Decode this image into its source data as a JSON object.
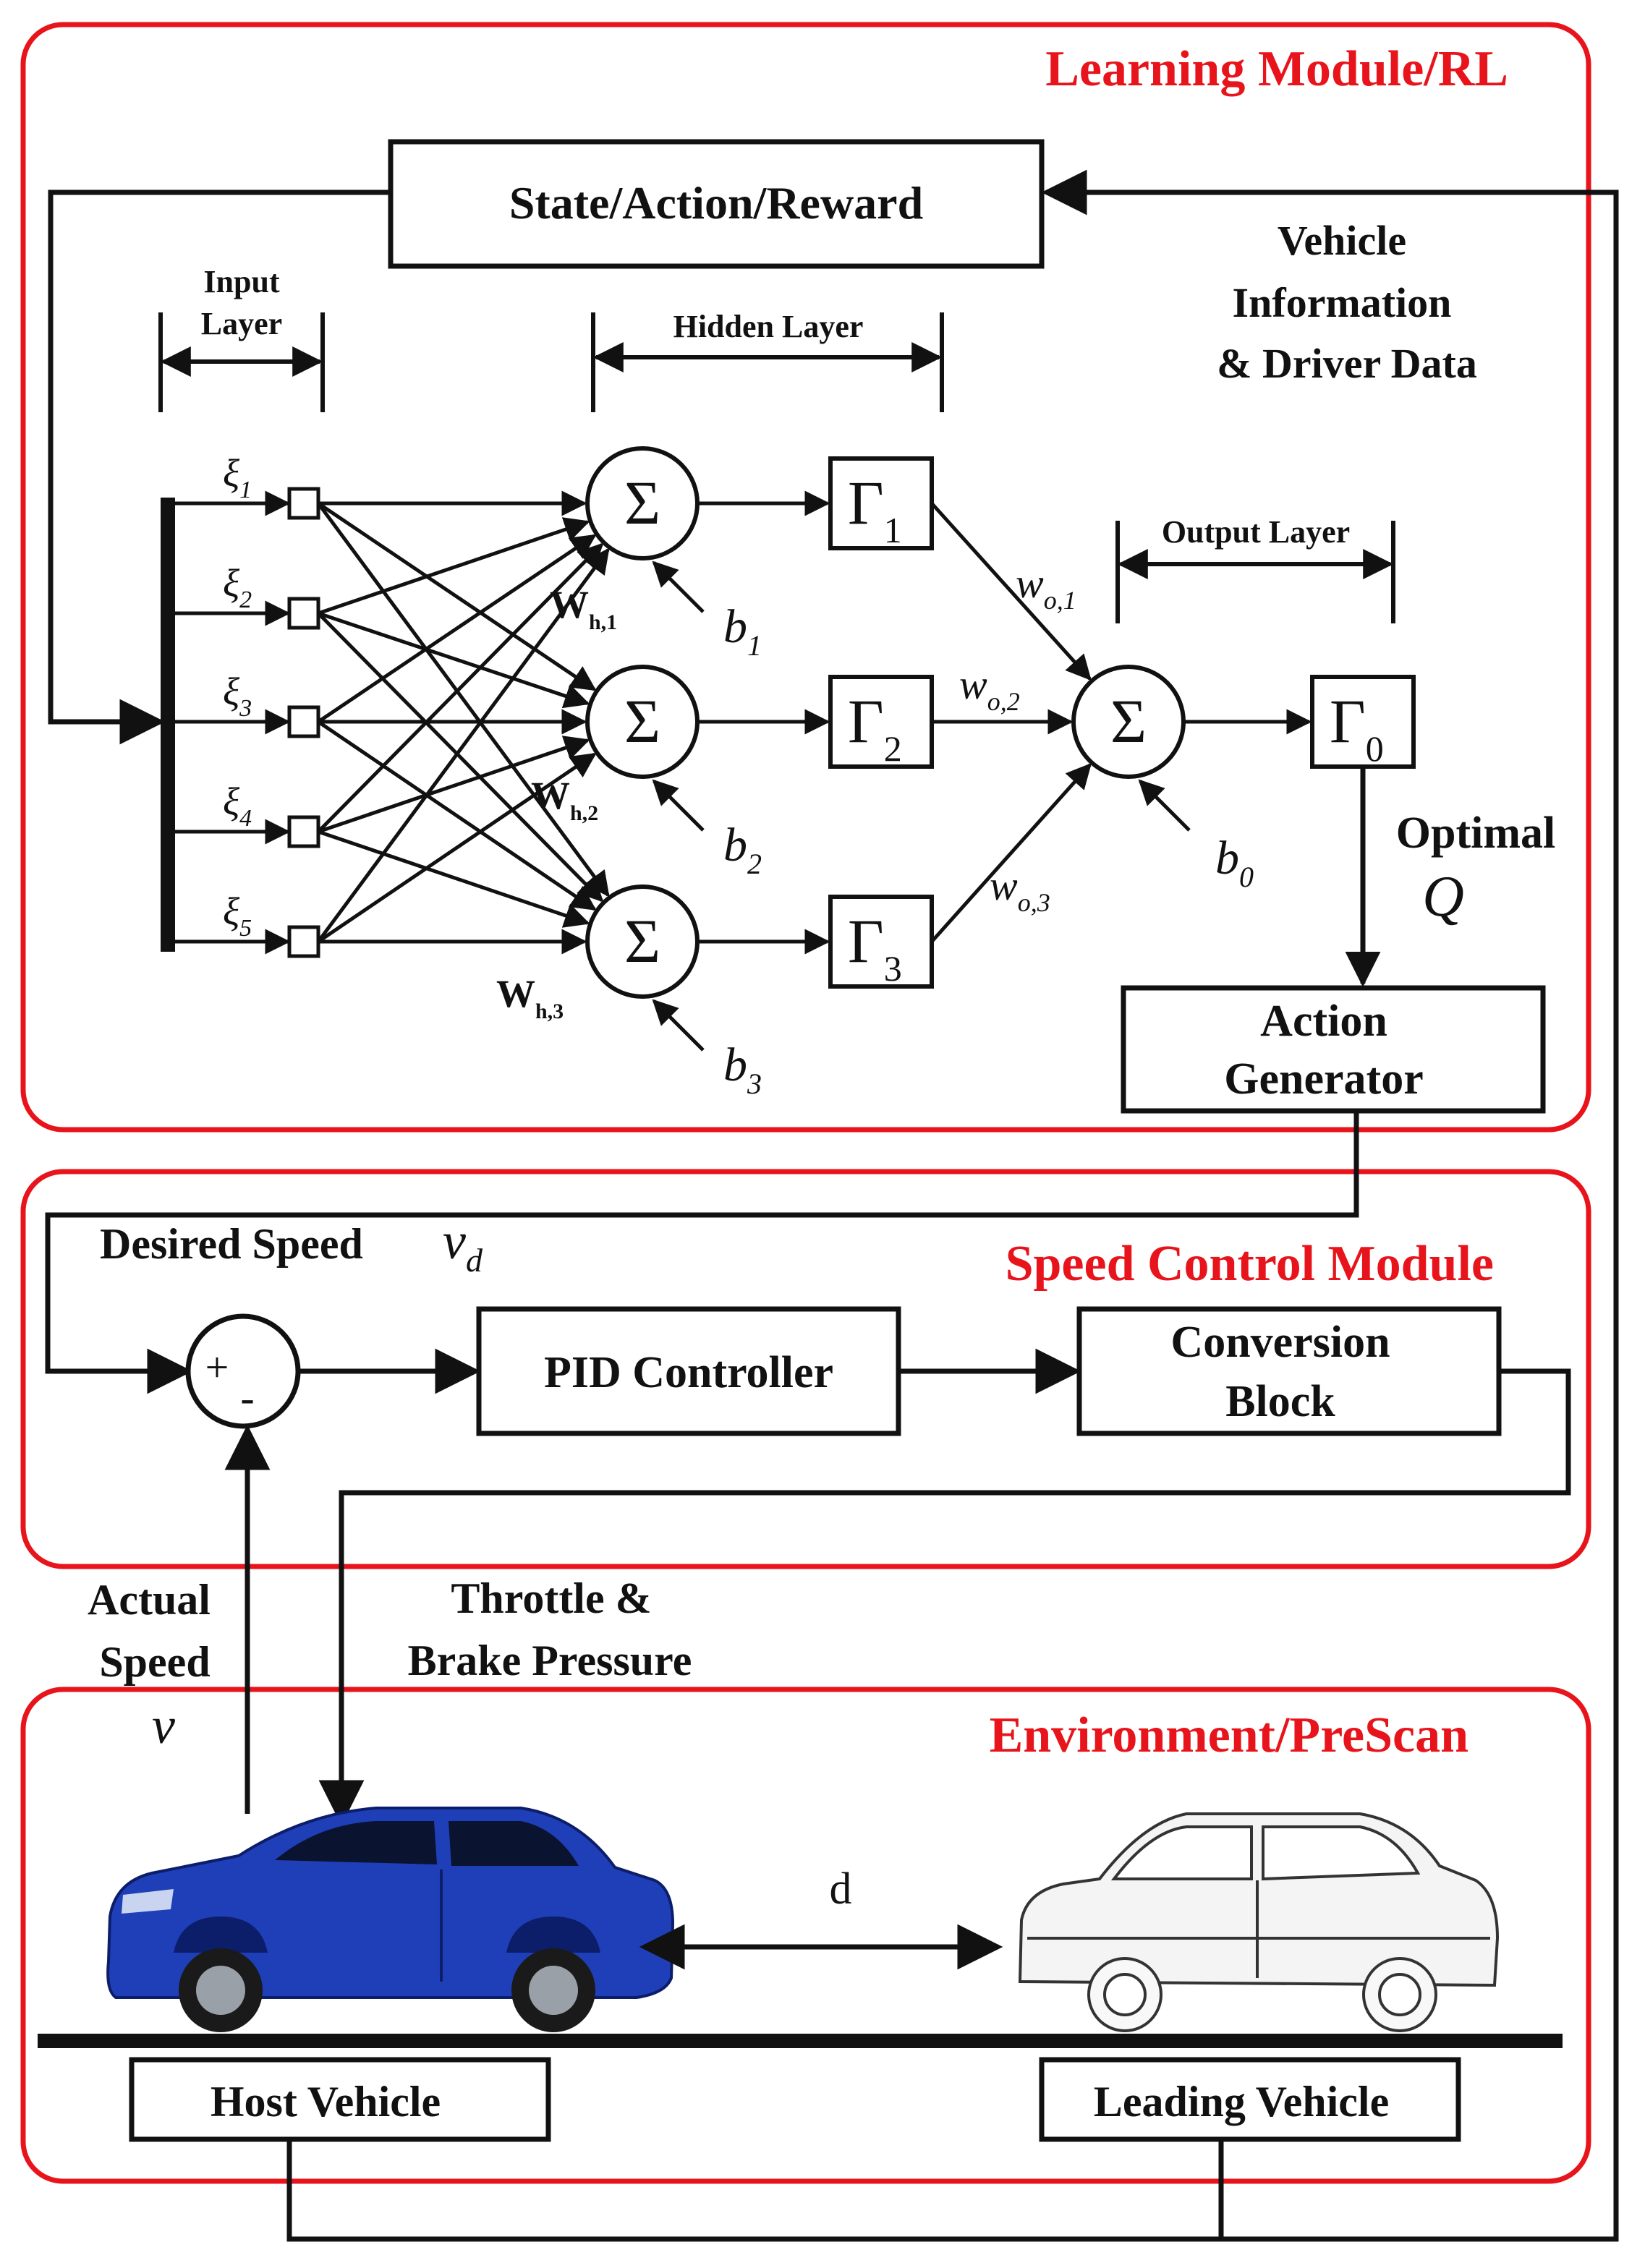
{
  "modules": {
    "learning": "Learning Module/RL",
    "speed_control": "Speed Control Module",
    "environment": "Environment/PreScan"
  },
  "blocks": {
    "state_action_reward": "State/Action/Reward",
    "action_generator_line1": "Action",
    "action_generator_line2": "Generator",
    "pid_controller": "PID Controller",
    "conversion_line1": "Conversion",
    "conversion_line2": "Block",
    "host_vehicle": "Host Vehicle",
    "leading_vehicle": "Leading Vehicle"
  },
  "labels": {
    "vehicle_info_line1": "Vehicle",
    "vehicle_info_line2": "Information",
    "vehicle_info_line3": "& Driver Data",
    "input_layer_line1": "Input",
    "input_layer_line2": "Layer",
    "hidden_layer": "Hidden Layer",
    "output_layer": "Output Layer",
    "optimal": "Optimal",
    "q_symbol": "Q",
    "desired_speed": "Desired Speed",
    "vd_base": "v",
    "vd_sub": "d",
    "actual_line1": "Actual",
    "actual_line2": "Speed",
    "v_symbol": "v",
    "throttle_line1": "Throttle &",
    "throttle_line2": "Brake Pressure",
    "distance": "d",
    "plus": "+",
    "minus": "-"
  },
  "network": {
    "sigma": "Σ",
    "gamma": "Γ",
    "inputs": [
      {
        "base": "ξ",
        "sub": "1"
      },
      {
        "base": "ξ",
        "sub": "2"
      },
      {
        "base": "ξ",
        "sub": "3"
      },
      {
        "base": "ξ",
        "sub": "4"
      },
      {
        "base": "ξ",
        "sub": "5"
      }
    ],
    "hidden_weights": [
      {
        "base": "W",
        "sub": "h,1"
      },
      {
        "base": "W",
        "sub": "h,2"
      },
      {
        "base": "W",
        "sub": "h,3"
      }
    ],
    "hidden_biases": [
      {
        "base": "b",
        "sub": "1"
      },
      {
        "base": "b",
        "sub": "2"
      },
      {
        "base": "b",
        "sub": "3"
      }
    ],
    "activations": [
      {
        "sub": "1"
      },
      {
        "sub": "2"
      },
      {
        "sub": "3"
      }
    ],
    "output_weights": [
      {
        "base": "w",
        "sub": "o,1"
      },
      {
        "base": "w",
        "sub": "o,2"
      },
      {
        "base": "w",
        "sub": "o,3"
      }
    ],
    "output_bias": {
      "base": "b",
      "sub": "0"
    },
    "output_activation": {
      "sub": "0"
    }
  },
  "colors": {
    "module_border": "#e8141b",
    "line": "#111111",
    "host_car": "#1f3fb8",
    "leading_car": "#f4f4f4"
  }
}
